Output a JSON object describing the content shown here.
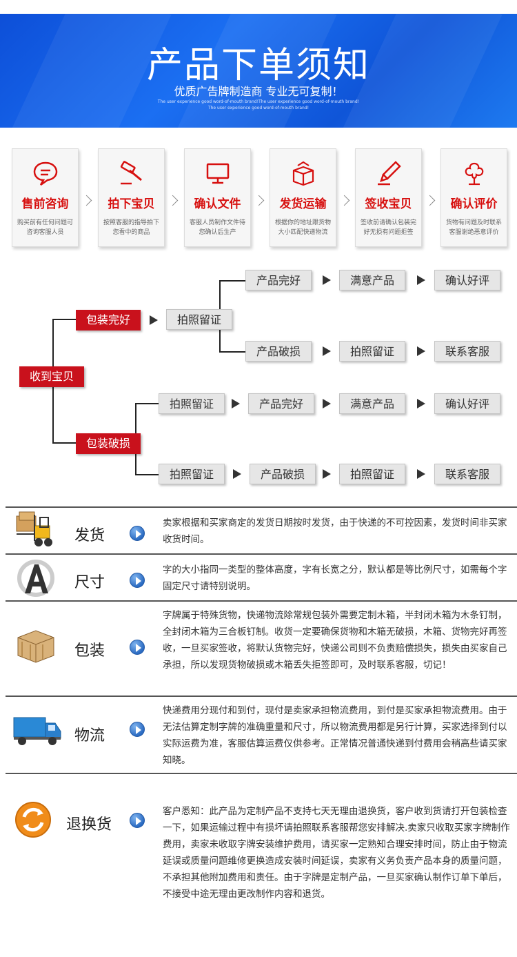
{
  "banner": {
    "title": "产品下单须知",
    "subtitle": "优质广告牌制造商 专业无可复制！",
    "tiny_line1": "The user experience good word-of-mouth brand!The user experience good word-of-mouth brand!",
    "tiny_line2": "The user experience good word-of-mouth brand!"
  },
  "steps": [
    {
      "name": "售前咨询",
      "desc": "购买前有任何问题可咨询客服人员",
      "icon": "chat-bubble-icon"
    },
    {
      "name": "拍下宝贝",
      "desc": "按照客服的指导拍下您看中的商品",
      "icon": "gavel-icon"
    },
    {
      "name": "确认文件",
      "desc": "客服人员制作文件待您确认后生产",
      "icon": "monitor-icon"
    },
    {
      "name": "发货运输",
      "desc": "根据你的地址跟货物大小匹配快递物流",
      "icon": "box-icon"
    },
    {
      "name": "签收宝贝",
      "desc": "签收前请确认包装完好无损有问题拒签",
      "icon": "pen-sign-icon"
    },
    {
      "name": "确认评价",
      "desc": "货物有问题及时联系客服谢绝恶意评价",
      "icon": "flower-icon"
    }
  ],
  "flow": {
    "root": "收到宝贝",
    "good_pack": "包装完好",
    "bad_pack": "包装破损",
    "photo": "拍照留证",
    "product_ok": "产品完好",
    "product_bad": "产品破损",
    "satisfied": "满意产品",
    "good_review": "确认好评",
    "contact": "联系客服"
  },
  "rows": [
    {
      "label": "发货",
      "icon": "forklift-icon",
      "text": "卖家根据和买家商定的发货日期按时发货，由于快递的不可控因素，发货时间非买家收货时间。"
    },
    {
      "label": "尺寸",
      "icon": "letter-a-icon",
      "text": "字的大小指同一类型的整体高度，字有长宽之分，默认都是等比例尺寸，如需每个字固定尺寸请特别说明。"
    },
    {
      "label": "包装",
      "icon": "wooden-crate-icon",
      "text": "字牌属于特殊货物，快递物流除常规包装外需要定制木箱，半封闭木箱为木条钉制，全封闭木箱为三合板钉制。收货一定要确保货物和木箱无破损，木箱、货物完好再签收，一旦买家签收，将默认货物完好，快递公司则不负责赔偿损失，损失由买家自己承担，所以发现货物破损或木箱丢失拒签即可，及时联系客服，切记！"
    },
    {
      "label": "物流",
      "icon": "truck-icon",
      "text": "快递费用分现付和到付，现付是卖家承担物流费用，到付是买家承担物流费用。由于无法估算定制字牌的准确重量和尺寸，所以物流费用都是另行计算，买家选择到付以实际运费为准，客服估算运费仅供参考。正常情况普通快递到付费用会稍高些请买家知晓。"
    },
    {
      "label": "退换货",
      "icon": "exchange-icon",
      "text": "客户悉知：此产品为定制产品不支持七天无理由退换货，客户收到货请打开包装检查一下，如果运输过程中有损坏请拍照联系客服帮您安排解决.卖家只收取买家字牌制作费用，卖家未收取字牌安装维护费用，请买家一定熟知合理安排时间，防止由于物流延误或质量问题维修更换造成安装时间延误，卖家有义务负责产品本身的质量问题，不承担其他附加费用和责任。由于字牌是定制产品，一旦买家确认制作订单下单后，不接受中途无理由更改制作内容和退货。"
    }
  ]
}
